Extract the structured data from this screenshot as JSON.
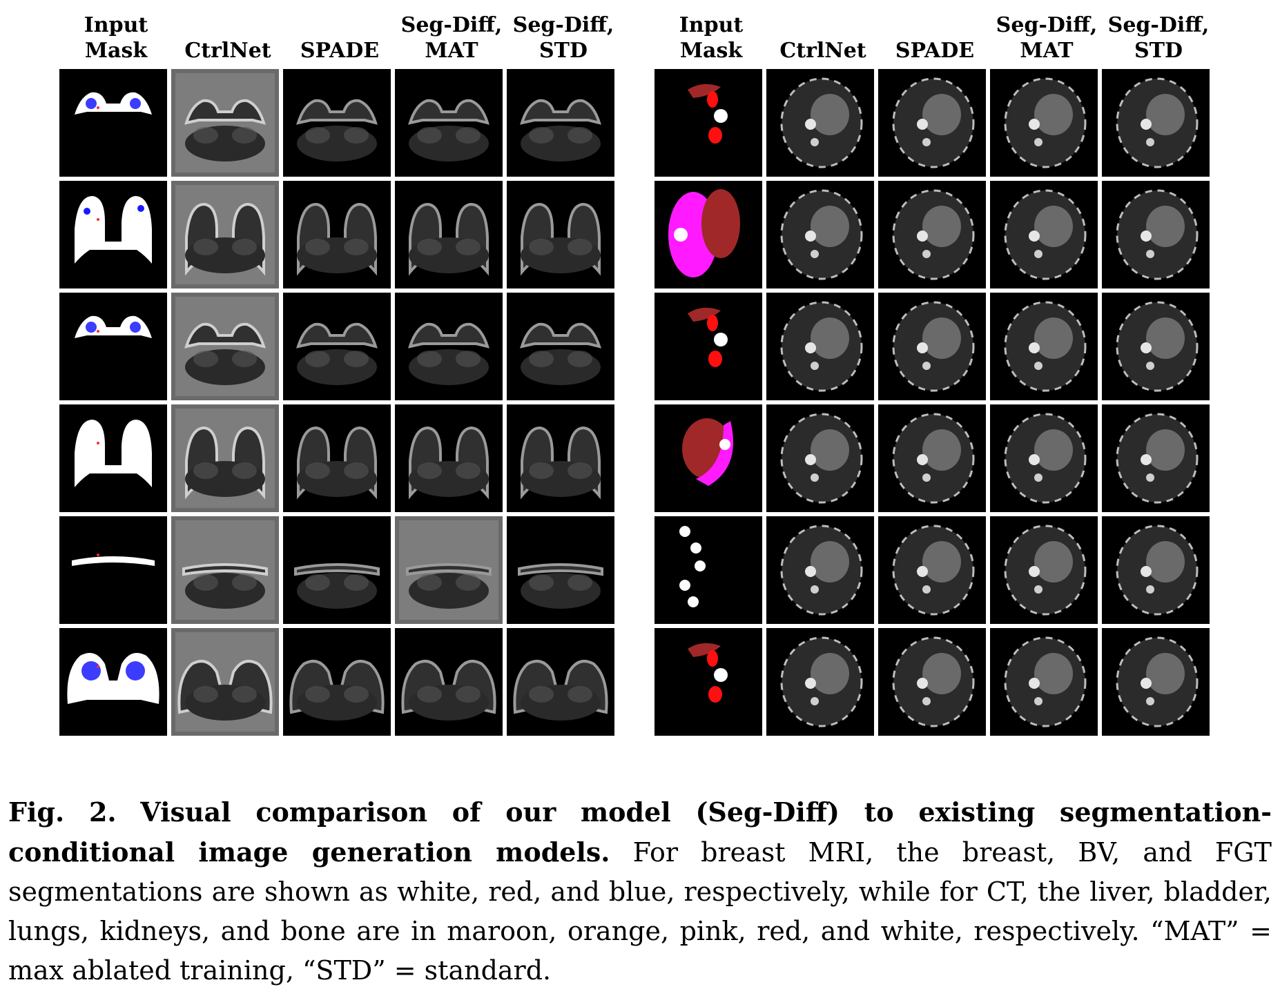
{
  "figure": {
    "column_headers": [
      "Input\nMask",
      "CtrlNet",
      "SPADE",
      "Seg-Diff,\nMAT",
      "Seg-Diff,\nSTD"
    ],
    "panels": [
      {
        "name": "breast-mri",
        "rows": 6
      },
      {
        "name": "ct",
        "rows": 6
      }
    ],
    "mask_colors": {
      "breast": "#ffffff",
      "bv": "#ff2a2a",
      "fgt": "#1a1aff",
      "liver": "#a02828",
      "bladder": "#ff8c00",
      "lungs": "#ff1aff",
      "kidneys": "#ff1010",
      "bone": "#ffffff"
    }
  },
  "caption": {
    "label": "Fig. 2.",
    "bold_text": "Visual comparison of our model (Seg-Diff) to existing segmentation-conditional image generation models.",
    "body": "For breast MRI, the breast, BV, and FGT segmentations are shown as white, red, and blue, respectively, while for CT, the liver, bladder, lungs, kidneys, and bone are in maroon, orange, pink, red, and white, respectively. “MAT” = max ablated training, “STD” = standard."
  }
}
